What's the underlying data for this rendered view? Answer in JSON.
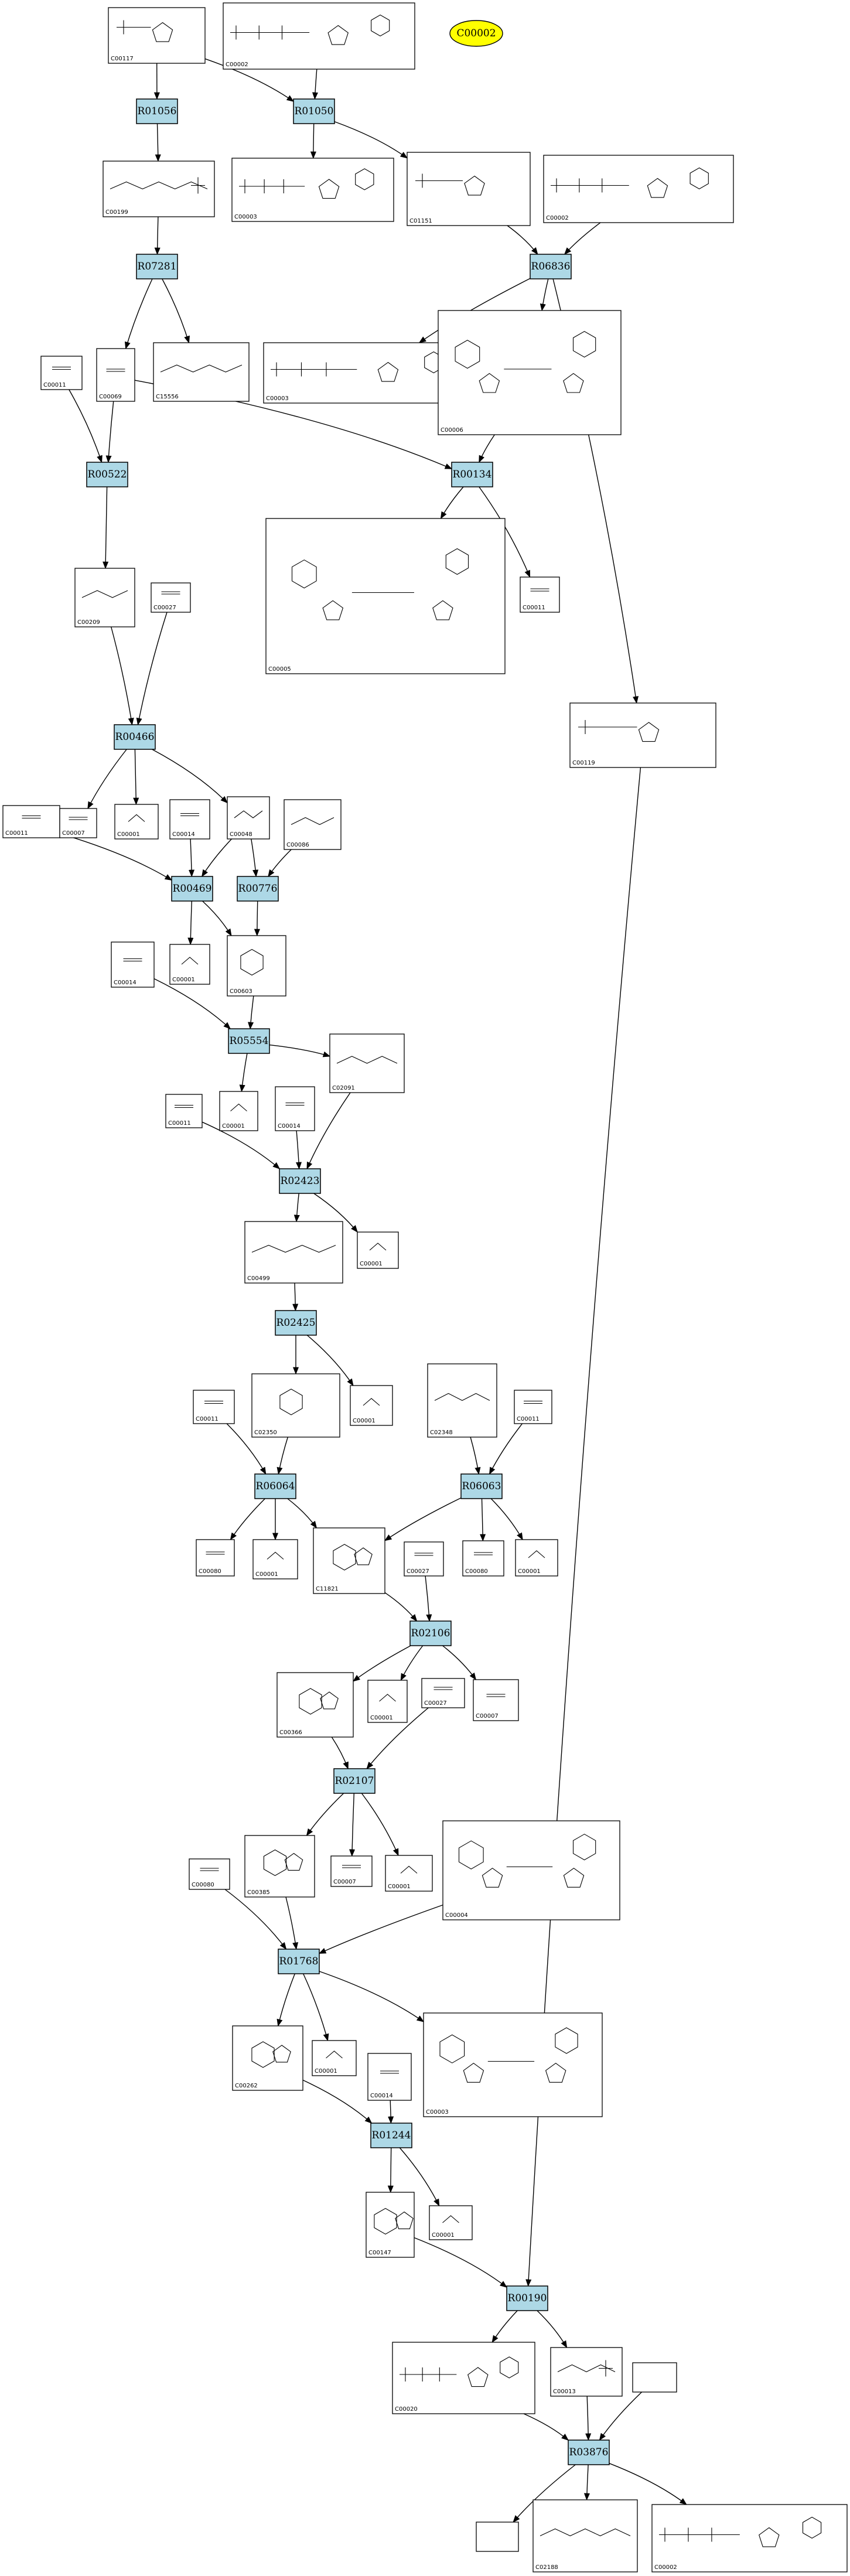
{
  "highlight": {
    "id": "C00002"
  },
  "reactions": [
    {
      "key": "R01056",
      "label": "R01056"
    },
    {
      "key": "R01050",
      "label": "R01050"
    },
    {
      "key": "R07281",
      "label": "R07281"
    },
    {
      "key": "R06836",
      "label": "R06836"
    },
    {
      "key": "R00522",
      "label": "R00522"
    },
    {
      "key": "R00134",
      "label": "R00134"
    },
    {
      "key": "R00466",
      "label": "R00466"
    },
    {
      "key": "R00469",
      "label": "R00469"
    },
    {
      "key": "R00776",
      "label": "R00776"
    },
    {
      "key": "R05554",
      "label": "R05554"
    },
    {
      "key": "R02423",
      "label": "R02423"
    },
    {
      "key": "R02425",
      "label": "R02425"
    },
    {
      "key": "R06064",
      "label": "R06064"
    },
    {
      "key": "R06063",
      "label": "R06063"
    },
    {
      "key": "R02106",
      "label": "R02106"
    },
    {
      "key": "R02107",
      "label": "R02107"
    },
    {
      "key": "R01768",
      "label": "R01768"
    },
    {
      "key": "R01244",
      "label": "R01244"
    },
    {
      "key": "R00190",
      "label": "R00190"
    },
    {
      "key": "R03876",
      "label": "R03876"
    }
  ],
  "compounds": [
    {
      "key": "c1",
      "id": "C00117",
      "kind": "sugar-phosphate"
    },
    {
      "key": "c2",
      "id": "C00002",
      "kind": "nucleotide"
    },
    {
      "key": "c3",
      "id": "C00199",
      "kind": "chain-phosphate"
    },
    {
      "key": "c4",
      "id": "C00003",
      "kind": "nucleotide"
    },
    {
      "key": "c5",
      "id": "C01151",
      "kind": "sugar-phosphate"
    },
    {
      "key": "c6",
      "id": "C00002",
      "kind": "nucleotide"
    },
    {
      "key": "c7",
      "id": "C00011",
      "kind": "small"
    },
    {
      "key": "c8",
      "id": "C00069",
      "kind": "small"
    },
    {
      "key": "c9",
      "id": "C15556",
      "kind": "chain"
    },
    {
      "key": "c10",
      "id": "C00003",
      "kind": "nucleotide"
    },
    {
      "key": "c11",
      "id": "C00006",
      "kind": "dinucleotide"
    },
    {
      "key": "c12",
      "id": "C00005",
      "kind": "dinucleotide"
    },
    {
      "key": "c13",
      "id": "C00011",
      "kind": "small"
    },
    {
      "key": "c14",
      "id": "C00209",
      "kind": "acid"
    },
    {
      "key": "c15",
      "id": "C00027",
      "kind": "small"
    },
    {
      "key": "c16",
      "id": "C00119",
      "kind": "sugar-phosphate"
    },
    {
      "key": "c17",
      "id": "C00011",
      "kind": "small"
    },
    {
      "key": "c18",
      "id": "C00007",
      "kind": "small"
    },
    {
      "key": "c19",
      "id": "C00001",
      "kind": "water"
    },
    {
      "key": "c20",
      "id": "C00014",
      "kind": "small"
    },
    {
      "key": "c21",
      "id": "C00048",
      "kind": "acid"
    },
    {
      "key": "c22",
      "id": "C00086",
      "kind": "chain"
    },
    {
      "key": "c23",
      "id": "C00001",
      "kind": "water"
    },
    {
      "key": "c24",
      "id": "C00603",
      "kind": "ring"
    },
    {
      "key": "c25",
      "id": "C00014",
      "kind": "small"
    },
    {
      "key": "c26",
      "id": "C00011",
      "kind": "small"
    },
    {
      "key": "c27",
      "id": "C00001",
      "kind": "water"
    },
    {
      "key": "c28",
      "id": "C00014",
      "kind": "small"
    },
    {
      "key": "c29",
      "id": "C02091",
      "kind": "chain"
    },
    {
      "key": "c30",
      "id": "C00001",
      "kind": "water"
    },
    {
      "key": "c31",
      "id": "C00499",
      "kind": "chain"
    },
    {
      "key": "c32",
      "id": "C00011",
      "kind": "small"
    },
    {
      "key": "c33",
      "id": "C02350",
      "kind": "ring"
    },
    {
      "key": "c34",
      "id": "C00001",
      "kind": "water"
    },
    {
      "key": "c35",
      "id": "C02348",
      "kind": "chain"
    },
    {
      "key": "c36",
      "id": "C00011",
      "kind": "small"
    },
    {
      "key": "c37",
      "id": "C00080",
      "kind": "small"
    },
    {
      "key": "c38",
      "id": "C00001",
      "kind": "water"
    },
    {
      "key": "c39",
      "id": "C11821",
      "kind": "purine"
    },
    {
      "key": "c40",
      "id": "C00027",
      "kind": "small"
    },
    {
      "key": "c41",
      "id": "C00080",
      "kind": "small"
    },
    {
      "key": "c42",
      "id": "C00001",
      "kind": "water"
    },
    {
      "key": "c43",
      "id": "C00366",
      "kind": "purine"
    },
    {
      "key": "c44",
      "id": "C00001",
      "kind": "water"
    },
    {
      "key": "c45",
      "id": "C00027",
      "kind": "small"
    },
    {
      "key": "c46",
      "id": "C00007",
      "kind": "small"
    },
    {
      "key": "c47",
      "id": "C00385",
      "kind": "purine"
    },
    {
      "key": "c48",
      "id": "C00007",
      "kind": "small"
    },
    {
      "key": "c49",
      "id": "C00001",
      "kind": "water"
    },
    {
      "key": "c50",
      "id": "C00004",
      "kind": "dinucleotide"
    },
    {
      "key": "c51",
      "id": "C00080",
      "kind": "small"
    },
    {
      "key": "c52",
      "id": "C00262",
      "kind": "purine"
    },
    {
      "key": "c53",
      "id": "C00001",
      "kind": "water"
    },
    {
      "key": "c54",
      "id": "C00003",
      "kind": "dinucleotide"
    },
    {
      "key": "c55",
      "id": "C00014",
      "kind": "small"
    },
    {
      "key": "c56",
      "id": "C00147",
      "kind": "purine"
    },
    {
      "key": "c57",
      "id": "C00001",
      "kind": "water"
    },
    {
      "key": "c58",
      "id": "C00020",
      "kind": "nucleotide"
    },
    {
      "key": "c59",
      "id": "C00013",
      "kind": "chain-phosphate"
    },
    {
      "key": "c60",
      "id": "",
      "kind": "empty"
    },
    {
      "key": "c61",
      "id": "",
      "kind": "empty"
    },
    {
      "key": "c62",
      "id": "C02188",
      "kind": "chain"
    },
    {
      "key": "c63",
      "id": "C00002",
      "kind": "nucleotide"
    }
  ],
  "connections": [
    [
      "c1",
      "R01056"
    ],
    [
      "c1",
      "R01050"
    ],
    [
      "c2",
      "R01050"
    ],
    [
      "R01056",
      "c3"
    ],
    [
      "R01050",
      "c4"
    ],
    [
      "R01050",
      "c5"
    ],
    [
      "c3",
      "R07281"
    ],
    [
      "c5",
      "R06836"
    ],
    [
      "c6",
      "R06836"
    ],
    [
      "R07281",
      "c8"
    ],
    [
      "R07281",
      "c9"
    ],
    [
      "R06836",
      "c10"
    ],
    [
      "R06836",
      "c11"
    ],
    [
      "R06836",
      "c16"
    ],
    [
      "c7",
      "R00522"
    ],
    [
      "c8",
      "R00522"
    ],
    [
      "c8",
      "R00134"
    ],
    [
      "c11",
      "R00134"
    ],
    [
      "R00134",
      "c12"
    ],
    [
      "R00134",
      "c13"
    ],
    [
      "R00522",
      "c14"
    ],
    [
      "c14",
      "R00466"
    ],
    [
      "c15",
      "R00466"
    ],
    [
      "R00466",
      "c18"
    ],
    [
      "R00466",
      "c19"
    ],
    [
      "R00466",
      "c21"
    ],
    [
      "c17",
      "R00469"
    ],
    [
      "c20",
      "R00469"
    ],
    [
      "c21",
      "R00469"
    ],
    [
      "c21",
      "R00776"
    ],
    [
      "c22",
      "R00776"
    ],
    [
      "R00469",
      "c23"
    ],
    [
      "R00469",
      "c24"
    ],
    [
      "R00776",
      "c24"
    ],
    [
      "c24",
      "R05554"
    ],
    [
      "c25",
      "R05554"
    ],
    [
      "R05554",
      "c27"
    ],
    [
      "R05554",
      "c29"
    ],
    [
      "c26",
      "R02423"
    ],
    [
      "c28",
      "R02423"
    ],
    [
      "c29",
      "R02423"
    ],
    [
      "R02423",
      "c30"
    ],
    [
      "R02423",
      "c31"
    ],
    [
      "c31",
      "R02425"
    ],
    [
      "R02425",
      "c33"
    ],
    [
      "R02425",
      "c34"
    ],
    [
      "c32",
      "R06064"
    ],
    [
      "c33",
      "R06064"
    ],
    [
      "c35",
      "R06063"
    ],
    [
      "c36",
      "R06063"
    ],
    [
      "R06064",
      "c37"
    ],
    [
      "R06064",
      "c38"
    ],
    [
      "R06064",
      "c39"
    ],
    [
      "R06063",
      "c39"
    ],
    [
      "R06063",
      "c41"
    ],
    [
      "R06063",
      "c42"
    ],
    [
      "c39",
      "R02106"
    ],
    [
      "c40",
      "R02106"
    ],
    [
      "R02106",
      "c43"
    ],
    [
      "R02106",
      "c44"
    ],
    [
      "R02106",
      "c46"
    ],
    [
      "c43",
      "R02107"
    ],
    [
      "c45",
      "R02107"
    ],
    [
      "R02107",
      "c47"
    ],
    [
      "R02107",
      "c48"
    ],
    [
      "R02107",
      "c49"
    ],
    [
      "c47",
      "R01768"
    ],
    [
      "c50",
      "R01768"
    ],
    [
      "c51",
      "R01768"
    ],
    [
      "R01768",
      "c52"
    ],
    [
      "R01768",
      "c53"
    ],
    [
      "R01768",
      "c54"
    ],
    [
      "c52",
      "R01244"
    ],
    [
      "c55",
      "R01244"
    ],
    [
      "R01244",
      "c56"
    ],
    [
      "R01244",
      "c57"
    ],
    [
      "c56",
      "R00190"
    ],
    [
      "c16",
      "R00190"
    ],
    [
      "R00190",
      "c58"
    ],
    [
      "R00190",
      "c59"
    ],
    [
      "c58",
      "R03876"
    ],
    [
      "c59",
      "R03876"
    ],
    [
      "c60",
      "R03876"
    ],
    [
      "R03876",
      "c61"
    ],
    [
      "R03876",
      "c62"
    ],
    [
      "R03876",
      "c63"
    ]
  ]
}
